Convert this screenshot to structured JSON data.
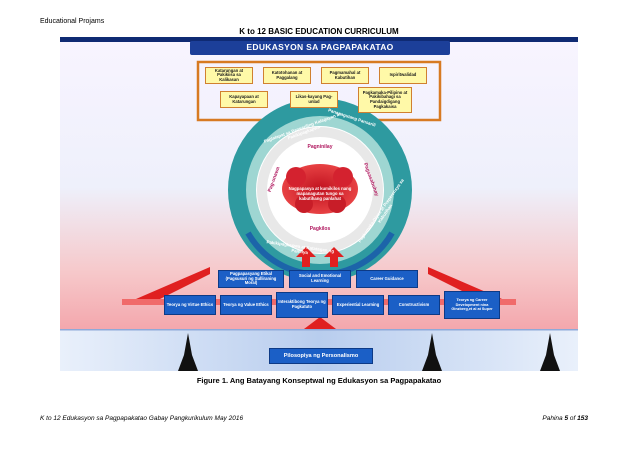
{
  "header": {
    "corner_label": "Educational Projams",
    "title": "K to 12 BASIC EDUCATION CURRICULUM"
  },
  "figure": {
    "banner": "EDUKASYON SA PAGPAPAKATAO",
    "goals": [
      "Katarungan at Pakikiisa sa Kalikasan",
      "Katotohanan at Paggalang",
      "Pagmamahal at Kabutihan",
      "Ispiritwalidad",
      "Kapayapaan at Katarungan",
      "Likas-kayang Pag-unlad",
      "Pagkamaka-Pilipino at Pakikibahagi sa Pandaigdigang Pagkakaisa"
    ],
    "center_text": "Nagpapasya at kumikilos nang mapanagutan tungo sa kabutihang panlahat",
    "top_arc_text": "Paglalapat sa Pansariling Kalagayan at Pakikipagkapwa",
    "macro_skills": [
      "Pag-unawa",
      "Pagninilay",
      "Pagsasabuhay",
      "Pagkilos"
    ],
    "domains": [
      "Pananagutang Pansarili",
      "Pakikipagkapwa at Katatagan ng Pamilya",
      "Pagkamaka-Diyos at Preperensya sa Kabutihan"
    ],
    "approaches": [
      "Pagpapasyang Etikal (Pagsusuri ng Sulliraning Moral)",
      "Social and Emotional Learning",
      "Career Guidance"
    ],
    "theories": [
      "Teorya ng Virtue Ethics",
      "Teorya ng Value Ethics",
      "Interaktibong Teorya ng Pagkatuto",
      "Experiential Learning",
      "Constructivism",
      "Teorya ng Career Development nina Ginzberg,et al at Super"
    ],
    "foundation": "Pilosopiya ng Personalismo",
    "colors": {
      "banner_bg": "#1c3f99",
      "goal_box": "#fff9a8",
      "teal_ring": "#2e9aa0",
      "theory_box": "#1b5fc6",
      "base_band": "#c9daf2",
      "red_arrow": "#e02020"
    }
  },
  "caption": "Figure 1. Ang Batayang Konseptwal ng Edukasyon sa Pagpapakatao",
  "footer": {
    "left": "K to 12 Edukasyon sa Pagpapakatao Gabay Pangkurikulum May 2016",
    "page_label": "Pahina",
    "page_current": "5",
    "page_of": "of",
    "page_total": "153"
  }
}
